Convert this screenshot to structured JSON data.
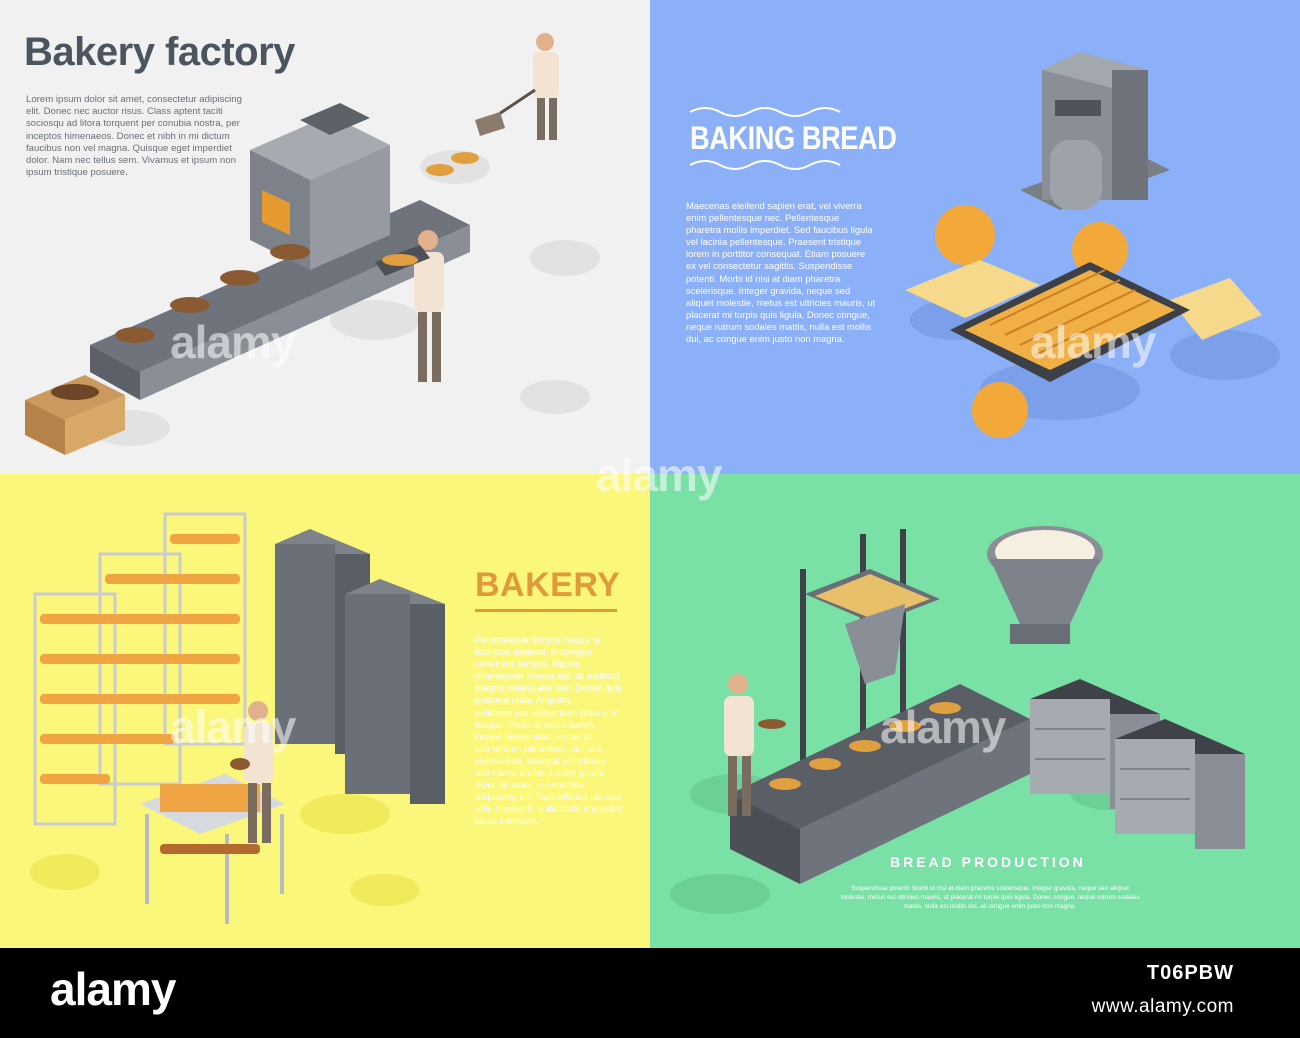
{
  "panels": {
    "bakery_factory": {
      "title": "Bakery factory",
      "body": "Lorem ipsum dolor sit amet, consectetur adipiscing elit. Donec nec auctor risus. Class aptent taciti sociosqu ad litora torquent per conubia nostra, per inceptos himenaeos. Donec et nibh in mi dictum faucibus non vel magna. Quisque eget imperdiet dolor. Nam nec tellus sem. Vivamus et ipsum non ipsum tristique posuere."
    },
    "baking_bread": {
      "title": "BAKING BREAD",
      "body": "Maecenas eleifend sapien erat, vel viverra enim pellentesque nec. Pellentesque pharetra mollis imperdiet. Sed faucibus ligula vel lacinia pellentesque. Praesent tristique lorem in porttitor consequat. Etiam posuere ex vel consectetur sagittis. Suspendisse potenti. Morbi id nisi at diam pharetra scelerisque. Integer gravida, neque sed aliquet molestie, metus est ultricies mauris, ut placerat mi turpis quis ligula. Donec congue, neque rutrum sodales mattis, nulla est mollis dui, ac congue enim justo non magna."
    },
    "bakery": {
      "title": "BAKERY",
      "body": "Pellentesque tempor neque ut faucibus eleifend. In congue venenatis tempor. Mauris ullamcorper massa est, ac eleifend magna malesuada nec. Donec quis posuere nulla. Aliquam pellentesque elementum dolor nec feugiat. Proin at mollis lorem. Donec elementum, lectus at elementum bibendum, nisi nisi viverra erat, volutpat sollicitudin diam urna a nibh. Lorem ipsum dolor sit amet, consectetur adipiscing elit. Duis efficitur leo non odio hendrerit, sollicitudin imperdiet lacus interdum."
    },
    "bread_production": {
      "title": "BREAD PRODUCTION",
      "body": "Suspendisse potenti. Morbi id nisi at diam pharetra scelerisque. Integer gravida, neque sed aliquet molestie, metus est ultricies mauris, ut placerat mi turpis quis ligula. Donec congue, neque rutrum sodales mattis, nulla est mollis dui, ac congue enim justo non magna."
    }
  },
  "watermark": "alamy",
  "footer": {
    "brand": "alamy",
    "image_id": "T06PBW",
    "url": "www.alamy.com"
  },
  "colors": {
    "panel1_bg": "#f1f1f1",
    "panel2_bg": "#8cb0f8",
    "panel3_bg": "#fbf77b",
    "panel4_bg": "#79e0a6",
    "bread": "#e0a040",
    "machine": "#8a8e96"
  }
}
